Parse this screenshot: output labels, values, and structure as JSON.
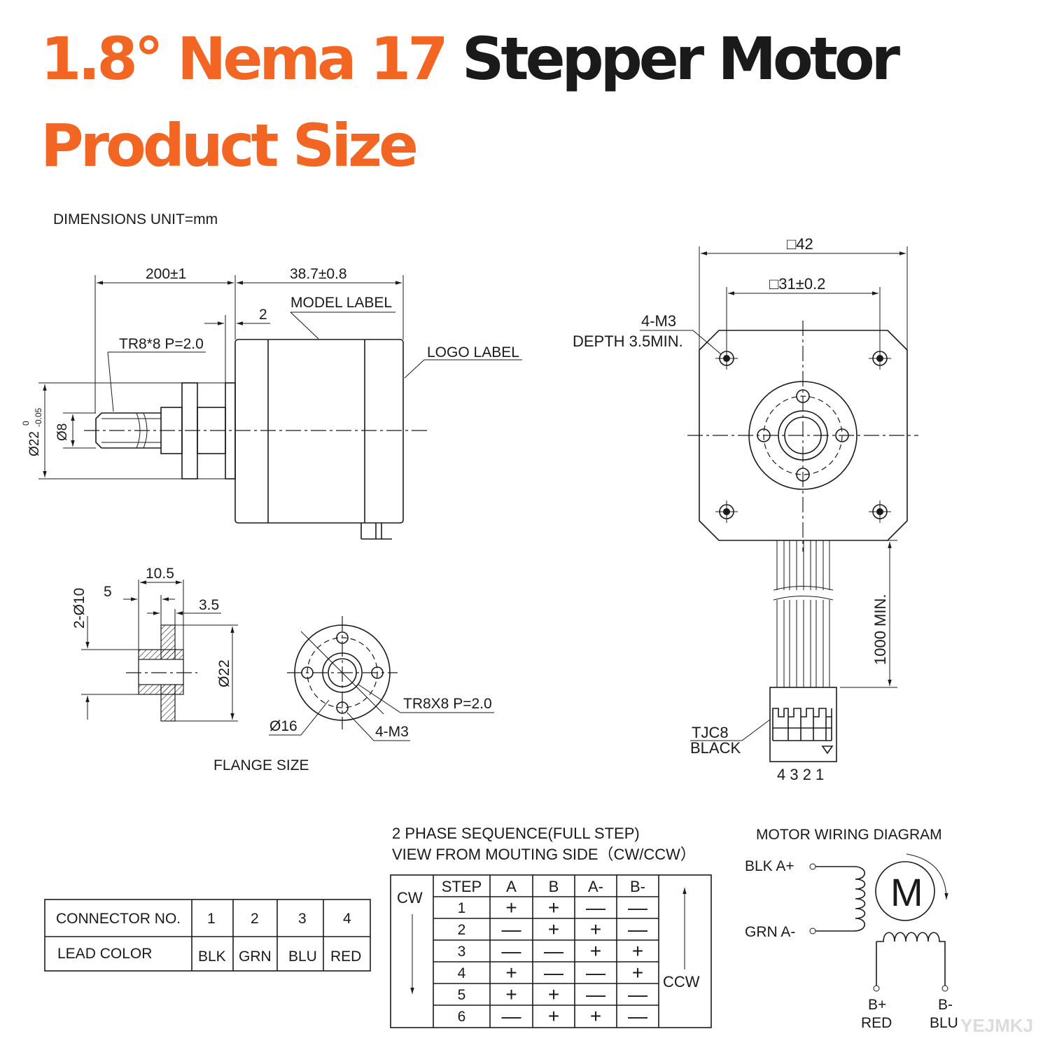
{
  "header": {
    "title_part1": "1.8° Nema 17 ",
    "title_part2": "Stepper Motor",
    "title_line2": "Product Size",
    "accent_color": "#f26522"
  },
  "labels": {
    "units": "DIMENSIONS UNIT=mm",
    "dim_200": "200±1",
    "dim_387": "38.7±0.8",
    "dim_2": "2",
    "model_label": "MODEL LABEL",
    "logo_label": "LOGO LABEL",
    "tr8": "TR8*8 P=2.0",
    "dia22": "Ø22",
    "dia22_tol_top": "0",
    "dia22_tol_bot": "-0.05",
    "dia8": "Ø8",
    "sq42": "□42",
    "sq31": "□31±0.2",
    "m3_a": "4-M3",
    "depth": "DEPTH 3.5MIN.",
    "lead_len": "1000 MIN.",
    "tjc8": "TJC8",
    "black": "BLACK",
    "pins": "4 3 2 1",
    "fl_105": "10.5",
    "fl_5": "5",
    "fl_35": "3.5",
    "fl_2d10": "2-Ø10",
    "fl_d22": "Ø22",
    "fl_tr8": "TR8X8 P=2.0",
    "fl_d16": "Ø16",
    "fl_m3": "4-M3",
    "flange_size": "FLANGE SIZE"
  },
  "connector_table": {
    "row1": [
      "CONNECTOR NO.",
      "1",
      "2",
      "3",
      "4"
    ],
    "row2": [
      "LEAD COLOR",
      "BLK",
      "GRN",
      "BLU",
      "RED"
    ]
  },
  "sequence": {
    "title1": "2 PHASE SEQUENCE(FULL STEP)",
    "title2": "VIEW FROM MOUTING SIDE（CW/CCW）",
    "cw": "CW",
    "ccw": "CCW",
    "headers": [
      "STEP",
      "A",
      "B",
      "A-",
      "B-"
    ],
    "rows": [
      [
        "1",
        "+",
        "+",
        "—",
        "—"
      ],
      [
        "2",
        "—",
        "+",
        "+",
        "—"
      ],
      [
        "3",
        "—",
        "—",
        "+",
        "+"
      ],
      [
        "4",
        "+",
        "—",
        "—",
        "+"
      ],
      [
        "5",
        "+",
        "+",
        "—",
        "—"
      ],
      [
        "6",
        "—",
        "+",
        "+",
        "—"
      ]
    ]
  },
  "wiring": {
    "title": "MOTOR WIRING  DIAGRAM",
    "blk": "BLK  A+",
    "grn": "GRN  A-",
    "motor": "M",
    "bplus": "B+",
    "red": "RED",
    "bminus": "B-",
    "blu": "BLU"
  },
  "watermark": "YEJMKJ"
}
